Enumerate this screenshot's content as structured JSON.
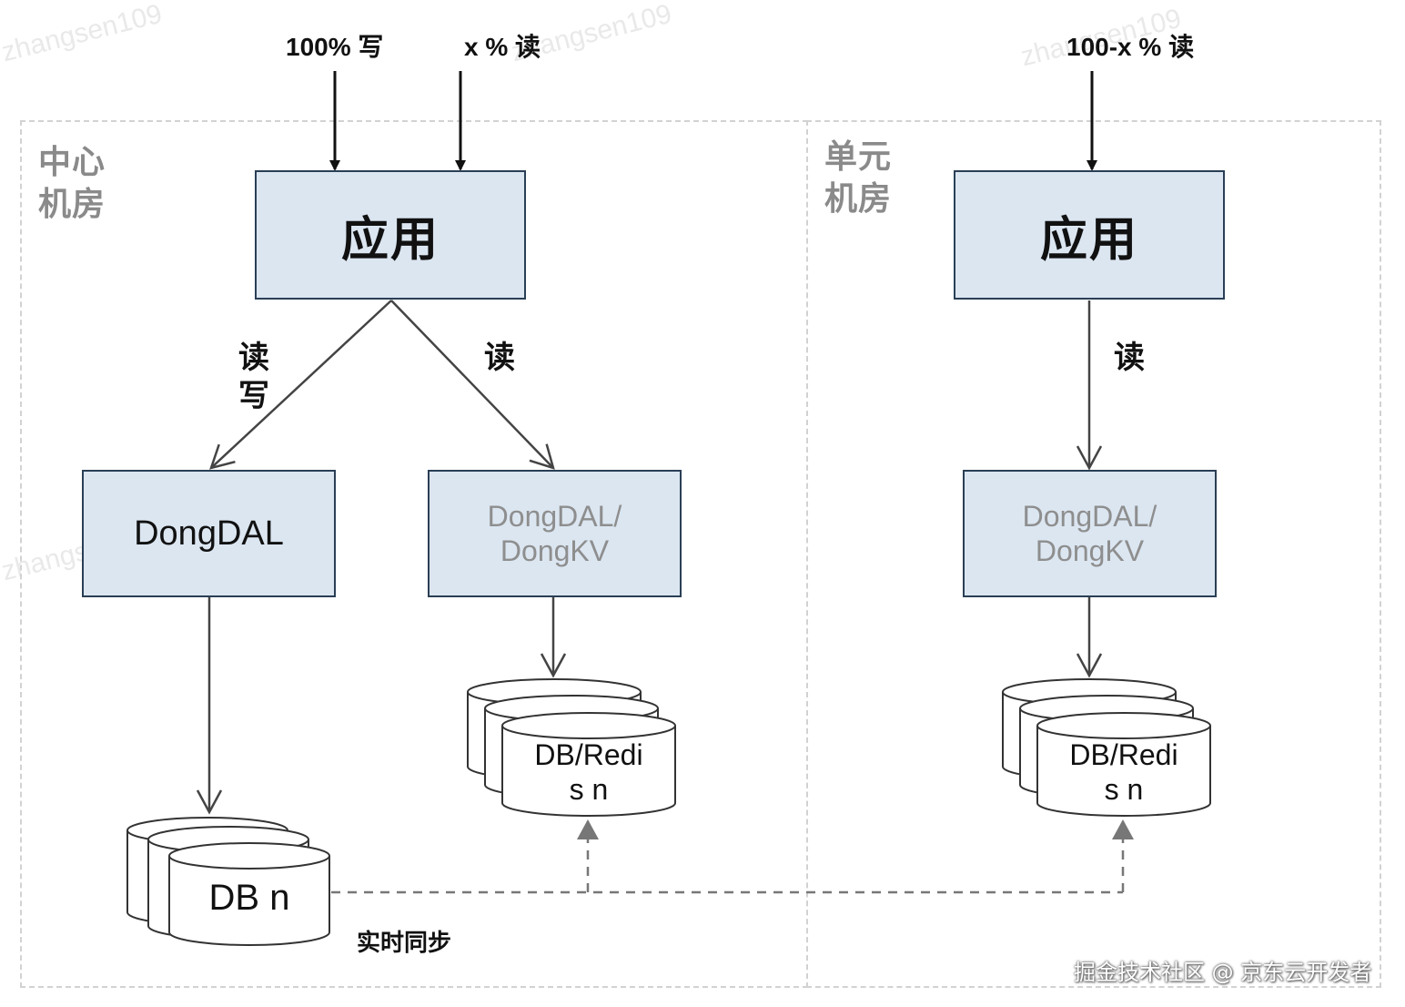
{
  "inputs": {
    "write_all": "100% 写",
    "read_x": "x % 读",
    "read_rest": "100-x % 读"
  },
  "center": {
    "label": "中心机房",
    "app": "应用",
    "edge_left_label": "读写",
    "edge_right_label": "读",
    "dal_left": "DongDAL",
    "dal_right_line1": "DongDAL/",
    "dal_right_line2": "DongKV",
    "db_main": "DB n",
    "db_redis_line1": "DB/Redi",
    "db_redis_line2": "s n"
  },
  "unit": {
    "label": "单元机房",
    "app": "应用",
    "edge_label": "读",
    "dal_line1": "DongDAL/",
    "dal_line2": "DongKV",
    "db_redis_line1": "DB/Redi",
    "db_redis_line2": "s n"
  },
  "sync_label": "实时同步",
  "watermark": "zhangsen109",
  "footer": "掘金技术社区 @ 京东云开发者"
}
